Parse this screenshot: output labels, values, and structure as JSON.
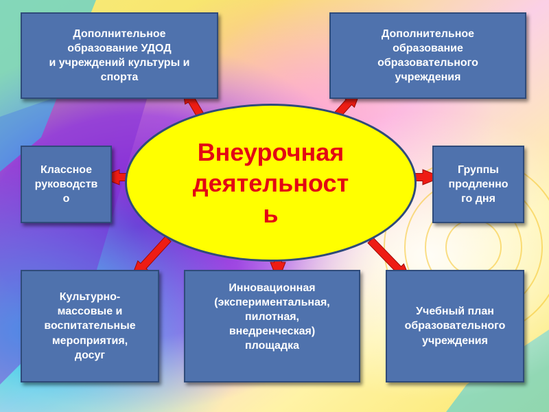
{
  "center": {
    "text": "Внеурочная\nдеятельност\nь"
  },
  "nodes": {
    "top_left": "Дополнительное\nобразование УДОД\nи учреждений культуры и\nспорта",
    "top_right": "Дополнительное\nобразование\nобразовательного\nучреждения",
    "mid_left": "Классное\nруководств\nо",
    "mid_right": "Группы\nпродленно\nго дня",
    "bottom_left": "Культурно-\nмассовые и\nвоспитательные\nмероприятия,\nдосуг",
    "bottom_center": "Инновационная\n(экспериментальная,\nпилотная,\nвнедренческая)\nплощадка",
    "bottom_right": "Учебный план\nобразовательного\nучреждения"
  },
  "colors": {
    "box_fill": "#4f72ad",
    "box_border": "#2f4b7a",
    "box_text": "#ffffff",
    "ellipse_fill": "#ffff00",
    "ellipse_border": "#2f4b7a",
    "center_text": "#e30613",
    "arrow": "#ee1c14"
  }
}
